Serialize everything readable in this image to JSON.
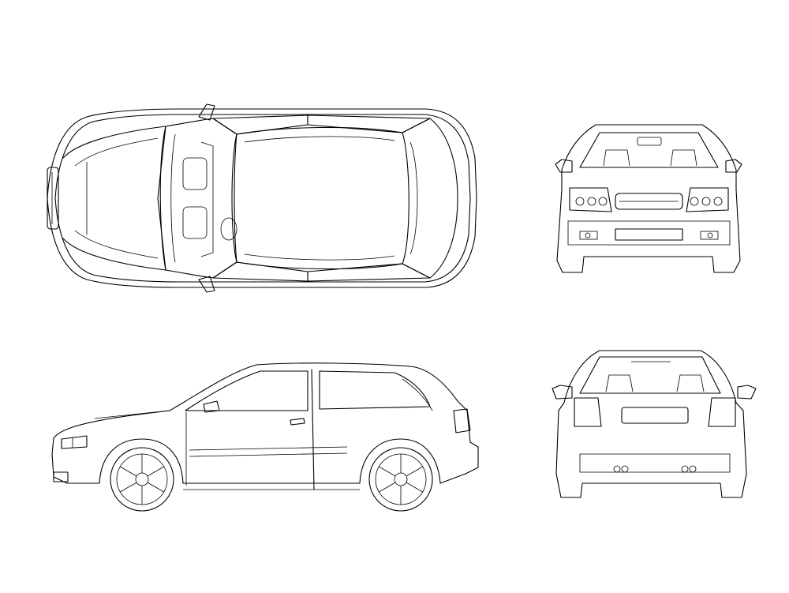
{
  "drawing": {
    "background_color": "#ffffff",
    "line_color": "#000000",
    "views": [
      {
        "id": "top",
        "label": ""
      },
      {
        "id": "front",
        "label": ""
      },
      {
        "id": "side",
        "label": ""
      },
      {
        "id": "rear",
        "label": ""
      }
    ]
  }
}
